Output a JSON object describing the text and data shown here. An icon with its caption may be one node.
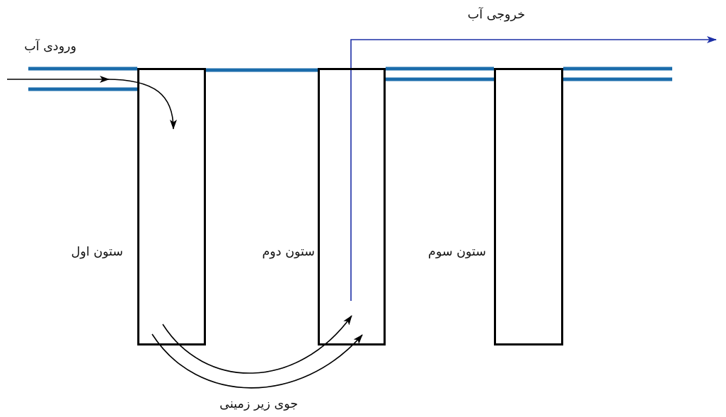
{
  "diagram": {
    "nodes": [
      {
        "text": [
          "ستون اول"
        ]
      },
      {
        "text": [
          "ستون دوم"
        ]
      },
      {
        "text": [
          "ستون سوم"
        ]
      }
    ],
    "edges": [
      {
        "from": null,
        "to": 0,
        "arrow": "to",
        "color": "#000000"
      },
      {
        "from": 0,
        "to": 1,
        "arrow": "to",
        "color": "#000000"
      },
      {
        "from": 0,
        "to": 1,
        "arrow": "to",
        "color": "#000000"
      },
      {
        "from": 1,
        "to": null,
        "arrow": "to",
        "color": "#1c2fa6"
      },
      {
        "from": null,
        "to": 0,
        "arrow": "none"
      },
      {
        "from": null,
        "to": 0,
        "arrow": "none"
      },
      {
        "from": 0,
        "to": 1,
        "arrow": "none"
      },
      {
        "from": 1,
        "to": 2,
        "arrow": "none"
      },
      {
        "from": 1,
        "to": 2,
        "arrow": "none"
      },
      {
        "from": 2,
        "to": null,
        "arrow": "none"
      },
      {
        "from": 2,
        "to": null,
        "arrow": "none"
      }
    ],
    "labels": [
      "خروجی آب",
      "ورودی آب",
      "جوی زیر زمینی"
    ]
  }
}
